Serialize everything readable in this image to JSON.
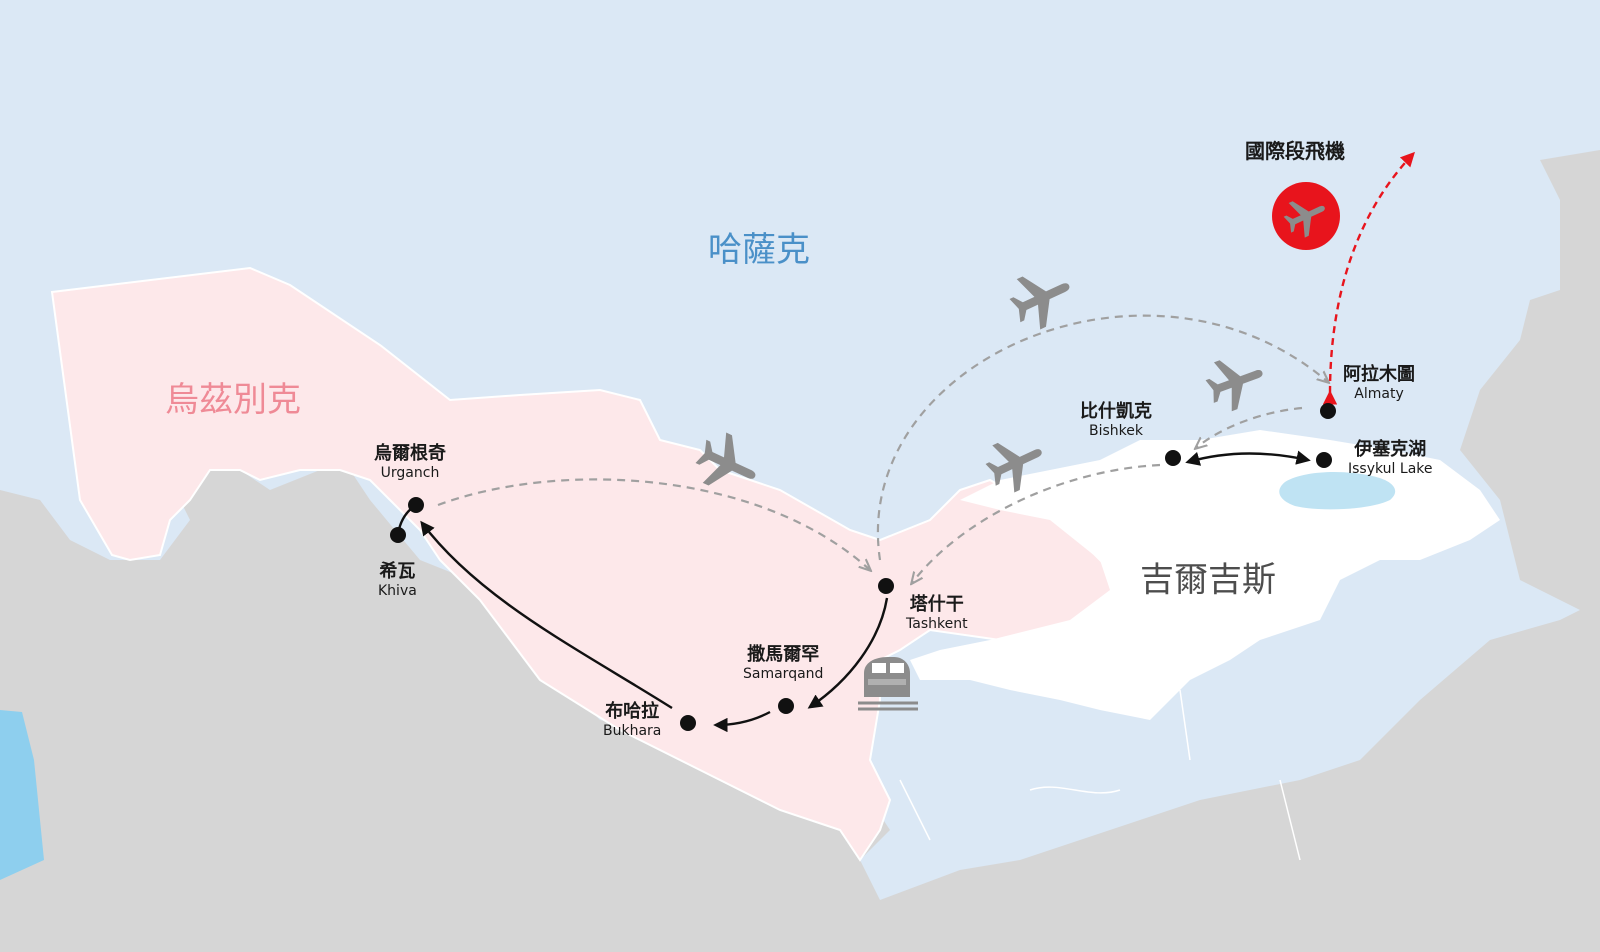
{
  "countries": {
    "kazakhstan": {
      "name": "哈薩克"
    },
    "uzbekistan": {
      "name": "烏茲別克"
    },
    "kyrgyzstan": {
      "name": "吉爾吉斯"
    }
  },
  "cities": {
    "urganch": {
      "zh": "烏爾根奇",
      "en": "Urganch"
    },
    "khiva": {
      "zh": "希瓦",
      "en": "Khiva"
    },
    "bukhara": {
      "zh": "布哈拉",
      "en": "Bukhara"
    },
    "samarqand": {
      "zh": "撒馬爾罕",
      "en": "Samarqand"
    },
    "tashkent": {
      "zh": "塔什干",
      "en": "Tashkent"
    },
    "bishkek": {
      "zh": "比什凱克",
      "en": "Bishkek"
    },
    "almaty": {
      "zh": "阿拉木圖",
      "en": "Almaty"
    },
    "issykul": {
      "zh": "伊塞克湖",
      "en": "Issykul Lake"
    }
  },
  "legend": {
    "international_flight": "國際段飛機"
  },
  "colors": {
    "sea": "#dbe8f5",
    "uzbekistan": "#fde8ea",
    "kyrgyzstan": "#ffffff",
    "other_land": "#d6d6d6",
    "water": "#8ecfee",
    "kazakhstan_label": "#4a90c8",
    "uzbekistan_label": "#ef8a96",
    "kyrgyzstan_label": "#4d4d4d",
    "flight_badge": "#e8141c",
    "international_route": "#e8141c",
    "ground_route": "#111111",
    "domestic_flight_route": "#a0a0a0"
  },
  "icons": [
    "airplane-icon",
    "train-icon",
    "international-flight-icon"
  ]
}
